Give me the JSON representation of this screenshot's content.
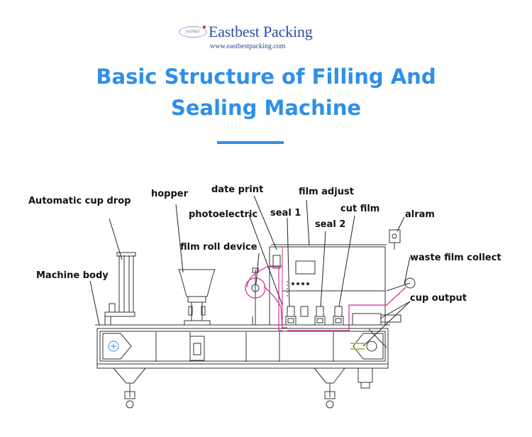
{
  "brand": {
    "name": "Eastbest Packing",
    "url": "www.eastbestpacking.com",
    "mark_text": "EASTBEST"
  },
  "title": {
    "line1": "Basic Structure of Filling And",
    "line2": "Sealing Machine"
  },
  "labels": {
    "automatic_cup_drop": "Automatic cup drop",
    "hopper": "hopper",
    "date_print": "date print",
    "film_adjust": "film adjust",
    "photoelectric": "photoelectric",
    "seal_1": "seal 1",
    "cut_film": "cut film",
    "seal_2": "seal 2",
    "alram": "alram",
    "film_roll_device": "film roll device",
    "waste_film_collect": "waste film collect",
    "machine_body": "Machine body",
    "cup_output": "cup output"
  },
  "colors": {
    "title": "#2f8fe8",
    "film_path": "#cc2e9a",
    "conveyor": "#a9c55a",
    "line": "#333333"
  }
}
